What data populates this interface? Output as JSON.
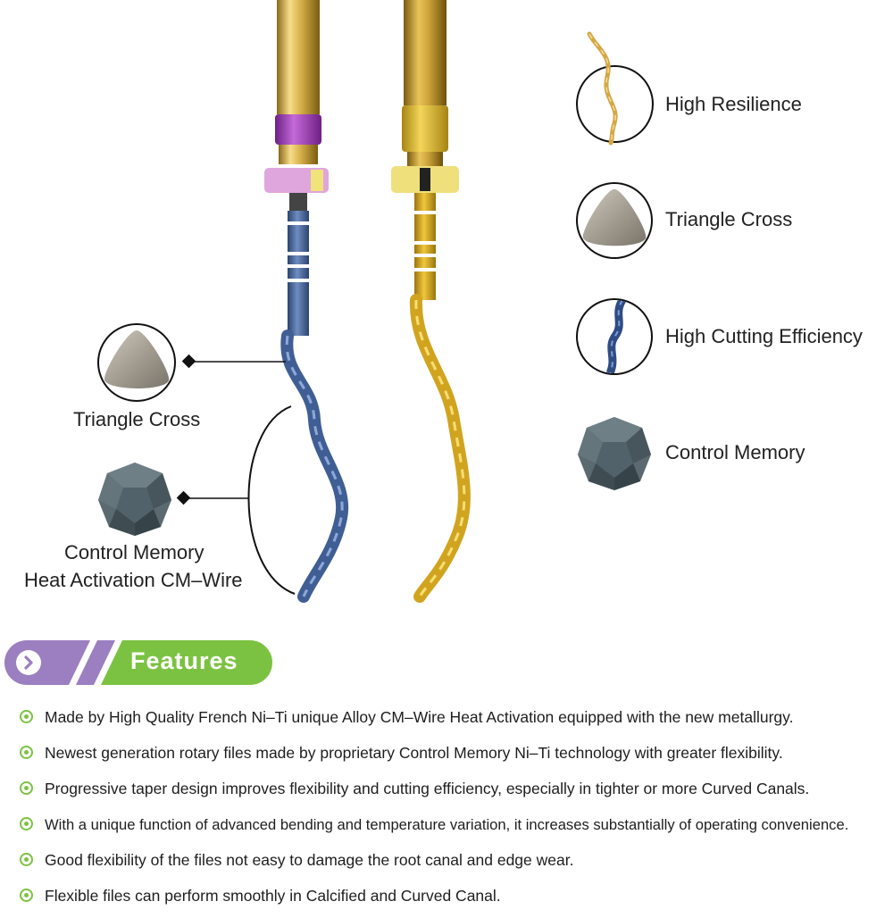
{
  "callouts_right": [
    {
      "label": "High Resilience",
      "icon": "twisted-gold-wire-icon"
    },
    {
      "label": "Triangle Cross",
      "icon": "triangle-cross-section-icon"
    },
    {
      "label": "High Cutting Efficiency",
      "icon": "twisted-blue-wire-icon"
    },
    {
      "label": "Control Memory",
      "icon": "polyhedron-sphere-icon"
    }
  ],
  "callouts_left": {
    "triangle_label": "Triangle Cross",
    "memory_label_line1": "Control Memory",
    "memory_label_line2": "Heat Activation CM–Wire"
  },
  "features": {
    "title": "Features",
    "items": [
      "Made by High Quality French Ni–Ti unique Alloy CM–Wire Heat Activation equipped with the new metallurgy.",
      "Newest generation rotary files made by proprietary Control Memory Ni–Ti technology with greater flexibility.",
      "Progressive taper design improves flexibility and cutting efficiency, especially in tighter or more Curved Canals.",
      "With a unique function of advanced bending and temperature variation, it increases substantially of operating convenience.",
      "Good flexibility of the files not easy to damage the root canal and edge wear.",
      "Flexible files can perform smoothly in Calcified and Curved Canal."
    ]
  },
  "colors": {
    "banner_purple": "#9b7fc1",
    "banner_green": "#7cc242",
    "blue_file": "#4d6a9c",
    "gold_file": "#d6a823",
    "purple_ring": "#9b3fb0",
    "pink_stopper": "#d9a3da"
  }
}
